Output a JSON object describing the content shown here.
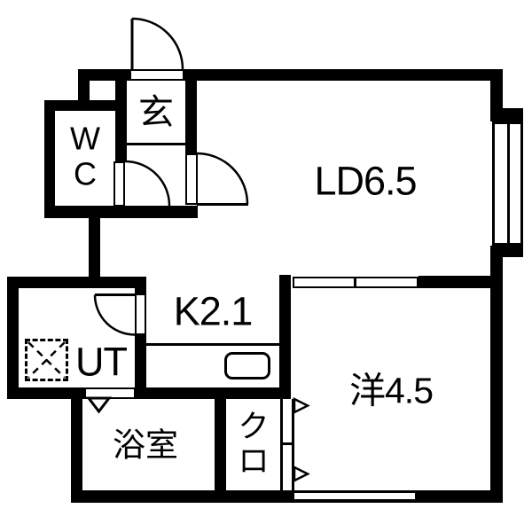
{
  "colors": {
    "wall": "#000000",
    "background": "#ffffff",
    "line": "#000000"
  },
  "rooms": {
    "genkan": {
      "label": "玄"
    },
    "wc": {
      "line1": "W",
      "line2": "C"
    },
    "living_dining": {
      "label": "LD6.5"
    },
    "kitchen": {
      "label": "K2.1"
    },
    "utility": {
      "label": "UT"
    },
    "bathroom": {
      "label": "浴室"
    },
    "closet": {
      "char1": "ク",
      "char2": "ロ"
    },
    "western_room": {
      "label": "洋4.5"
    }
  },
  "fixtures": {
    "entrance_door": "quarter-arc-swing",
    "wc_door": "quarter-arc-swing",
    "ld_door": "quarter-arc-swing",
    "ut_door": "quarter-arc-swing",
    "bathroom_door": "triangle-down",
    "closet_door": "folding-door-triangles",
    "east_window": "double-sash-window",
    "south_window": "wall-window",
    "ld_western_partition": "double-sliding-door",
    "kitchen_sink": "rounded-rect",
    "laundry_pan": "dashed-square-x"
  }
}
